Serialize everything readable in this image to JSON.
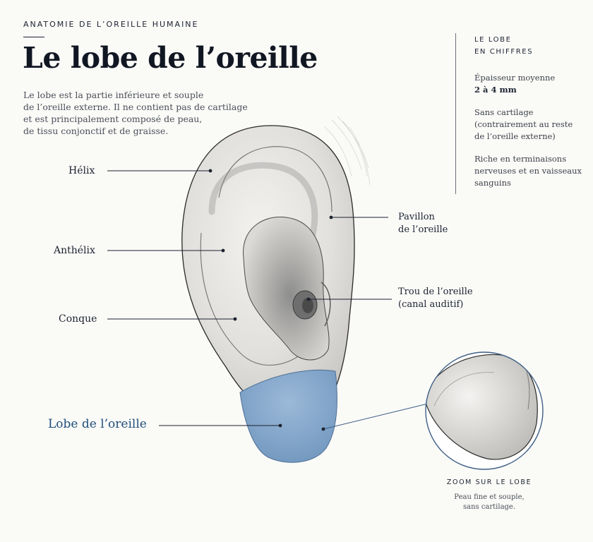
{
  "header": {
    "kicker": "ANATOMIE DE L’OREILLE HUMAINE",
    "title": "Le lobe de l’oreille",
    "intro_lines": [
      "Le lobe est la partie inférieure et souple",
      "de l’oreille externe. Il ne contient pas de cartilage",
      "et est principalement composé de peau,",
      "de tissu conjonctif et de graisse."
    ]
  },
  "sidebar": {
    "title_lines": [
      "LE LOBE",
      "EN CHIFFRES"
    ],
    "items": [
      {
        "lines": [
          "Épaisseur moyenne"
        ],
        "value": "2 à 4 mm"
      },
      {
        "lines": [
          "Sans cartilage",
          "(contrairement au reste",
          "de l’oreille externe)"
        ],
        "value": ""
      },
      {
        "lines": [
          "Riche en terminaisons",
          "nerveuses et en vaisseaux",
          "sanguins"
        ],
        "value": ""
      }
    ]
  },
  "labels": {
    "helix": "Hélix",
    "anthelix": "Anthélix",
    "conque": "Conque",
    "lobe": "Lobe de l’oreille",
    "pavillon": [
      "Pavillon",
      "de l’oreille"
    ],
    "trou": [
      "Trou de l’oreille",
      "(canal auditif)"
    ]
  },
  "zoom": {
    "title": "ZOOM SUR LE LOBE",
    "note_lines": [
      "Peau fine et souple,",
      "sans cartilage."
    ]
  },
  "colors": {
    "ink": "#1c2230",
    "lobe_fill": "#7fa3c8",
    "lobe_label": "#1f4e7a",
    "background": "#fafaf7"
  }
}
